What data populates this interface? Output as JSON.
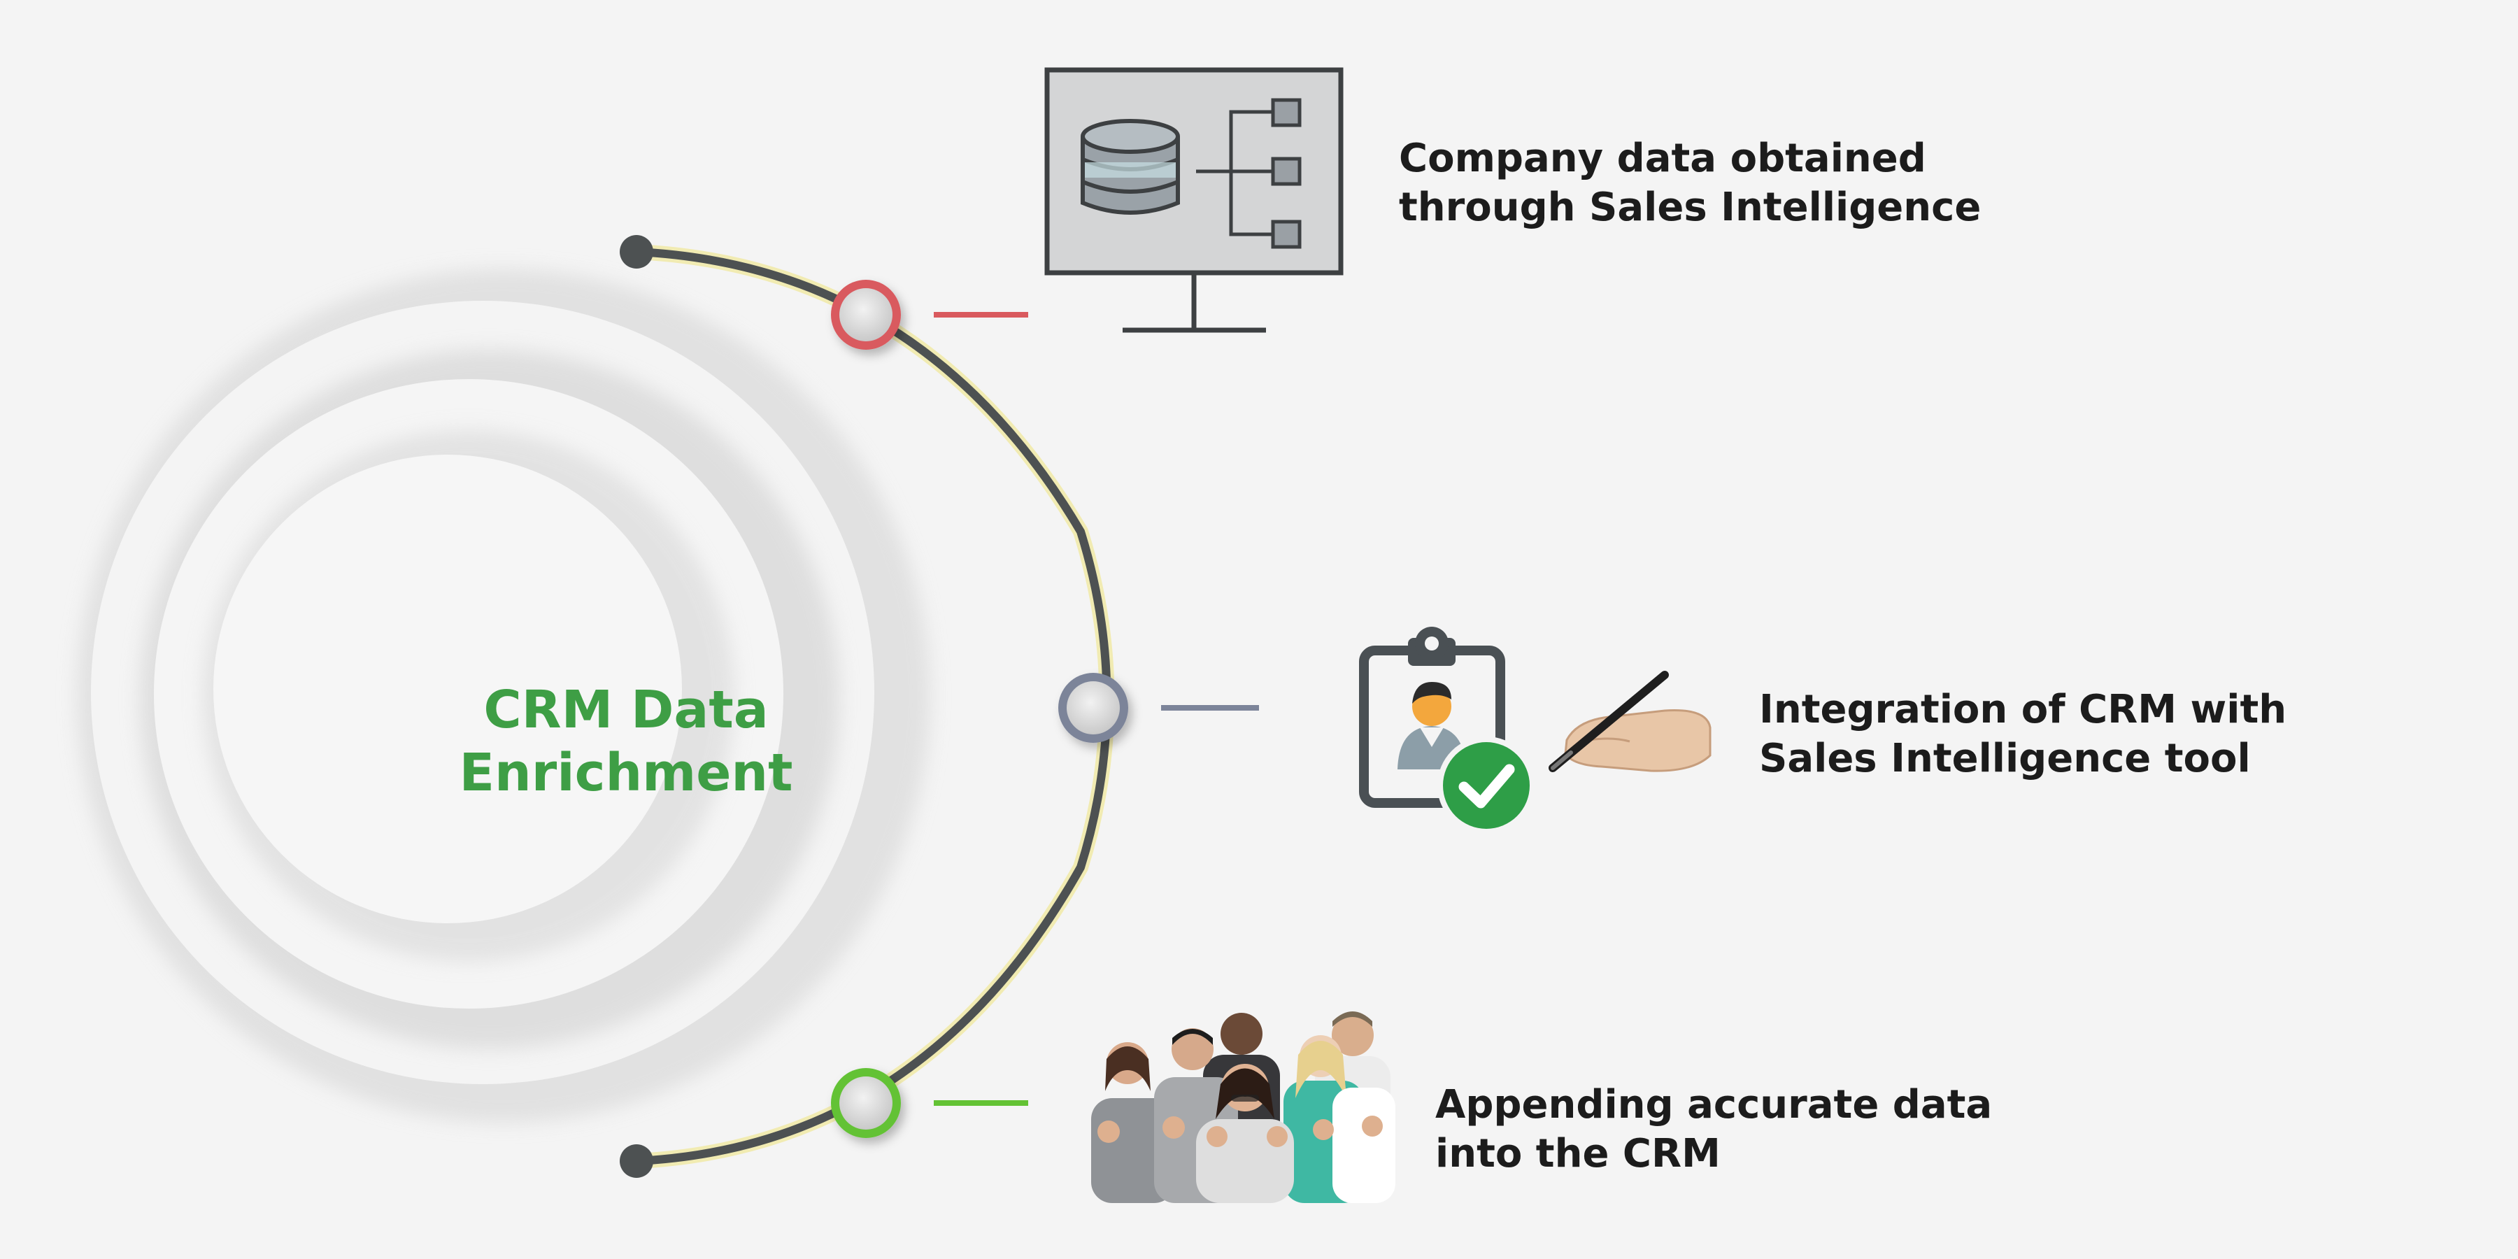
{
  "center": {
    "title_line1": "CRM Data",
    "title_line2": "Enrichment",
    "title_color": "#3e9e45"
  },
  "colors": {
    "arc": "#4d5152",
    "step1_accent": "#d95a5e",
    "step2_accent": "#7c8499",
    "step3_accent": "#63c234",
    "check": "#2e9e47"
  },
  "steps": [
    {
      "icon": "database-monitor-icon",
      "line1": "Company data obtained",
      "line2": "through Sales Intelligence"
    },
    {
      "icon": "clipboard-profile-check-icon",
      "line1": "Integration of CRM with",
      "line2": "Sales Intelligence tool"
    },
    {
      "icon": "team-thumbs-up-icon",
      "line1": "Appending accurate data",
      "line2": "into the CRM"
    }
  ]
}
